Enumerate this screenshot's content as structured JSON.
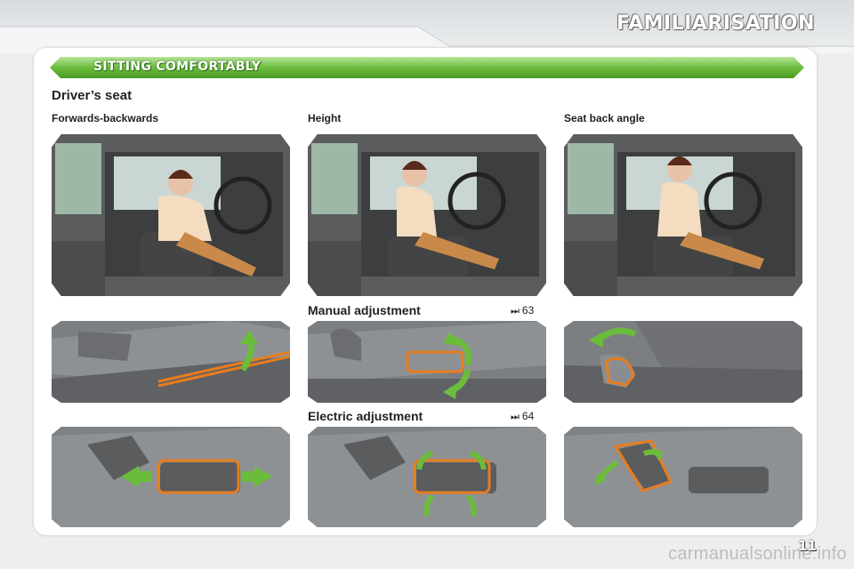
{
  "header": {
    "title": "FAMILIARISATION"
  },
  "section": {
    "title": "SITTING COMFORTABLY"
  },
  "subheading": "Driver’s seat",
  "columns": [
    "Forwards-backwards",
    "Height",
    "Seat back angle"
  ],
  "manual": {
    "label": "Manual adjustment",
    "ref_icon": "forward-arrow-icon",
    "ref": "63"
  },
  "electric": {
    "label": "Electric adjustment",
    "ref_icon": "forward-arrow-icon",
    "ref": "64"
  },
  "page_number": "11",
  "watermark": "carmanualsonline.info",
  "colors": {
    "accent_green": "#6cbc3c",
    "highlight_orange": "#e87d1e"
  }
}
